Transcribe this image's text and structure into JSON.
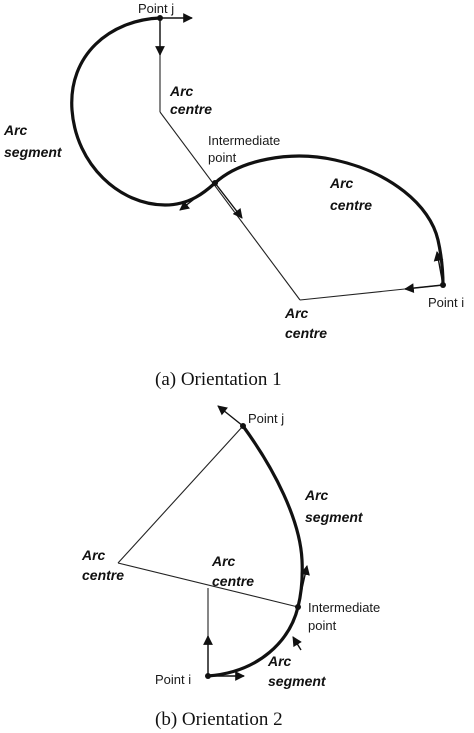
{
  "panel_a": {
    "point_j": "Point j",
    "point_i": "Point i",
    "arc_centre_1": [
      "Arc",
      "centre"
    ],
    "arc_segment": [
      "Arc",
      "segment"
    ],
    "intermediate_point": [
      "Intermediate",
      "point"
    ],
    "arc_centre_2": [
      "Arc",
      "centre"
    ],
    "arc_centre_3": [
      "Arc",
      "centre"
    ],
    "caption": "(a)  Orientation 1"
  },
  "panel_b": {
    "point_j": "Point j",
    "point_i": "Point i",
    "arc_segment_1": [
      "Arc",
      "segment"
    ],
    "arc_centre_1": [
      "Arc",
      "centre"
    ],
    "arc_centre_2": [
      "Arc",
      "centre"
    ],
    "intermediate_point": [
      "Intermediate",
      "point"
    ],
    "arc_segment_2": [
      "Arc",
      "segment"
    ],
    "caption": "(b)  Orientation 2"
  }
}
